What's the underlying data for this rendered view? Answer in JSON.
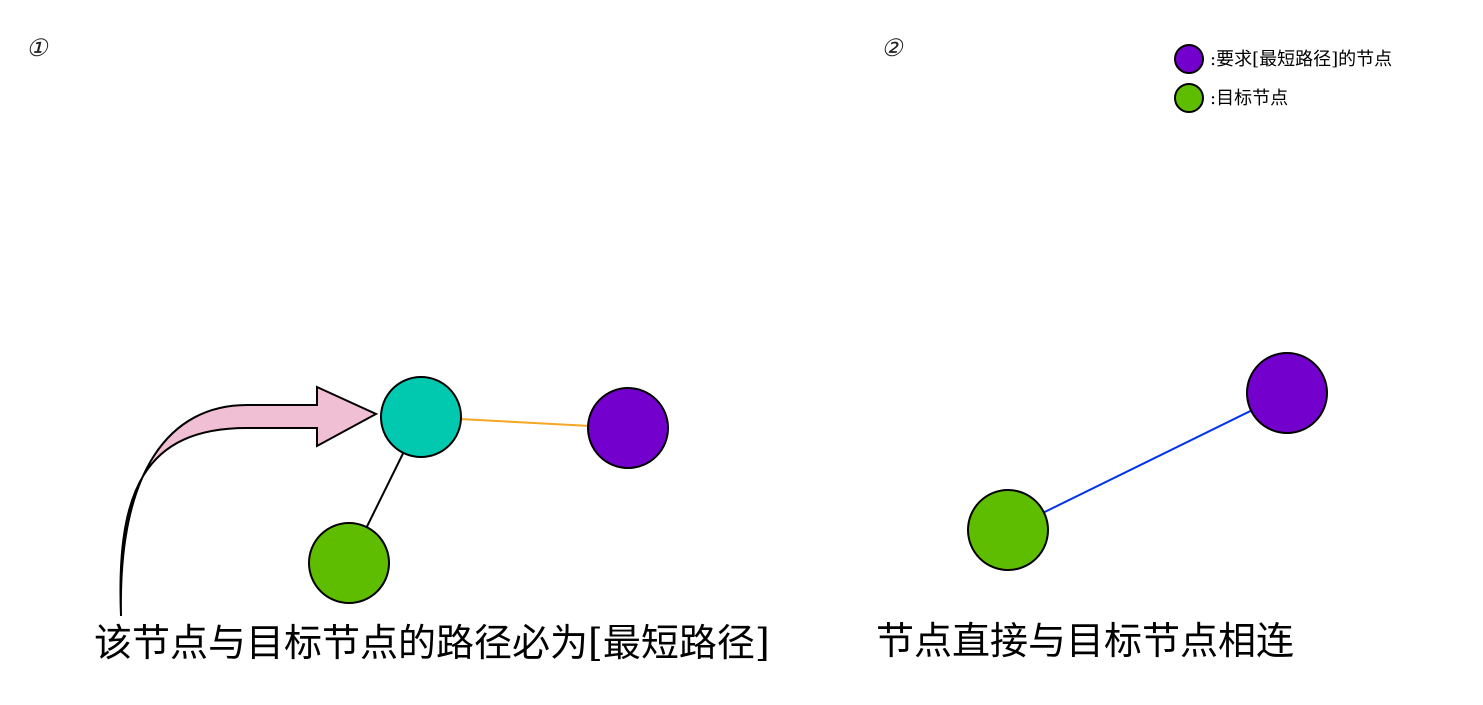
{
  "colors": {
    "requested_node": "#7300cc",
    "target_node": "#5fbd00",
    "intermediate_node": "#00c9b0",
    "edge_orange": "#f5a623",
    "edge_black": "#000000",
    "edge_blue": "#0033ee",
    "arrow_fill": "#f0bfd3"
  },
  "legend": {
    "requested_label": ":要求[最短路径]的节点",
    "target_label": ":目标节点"
  },
  "panel1": {
    "number": "①",
    "caption": "该节点与目标节点的路径必为[最短路径]"
  },
  "panel2": {
    "number": "②",
    "caption": "节点直接与目标节点相连"
  },
  "icons": {
    "pointer": "curved-arrow-icon"
  }
}
